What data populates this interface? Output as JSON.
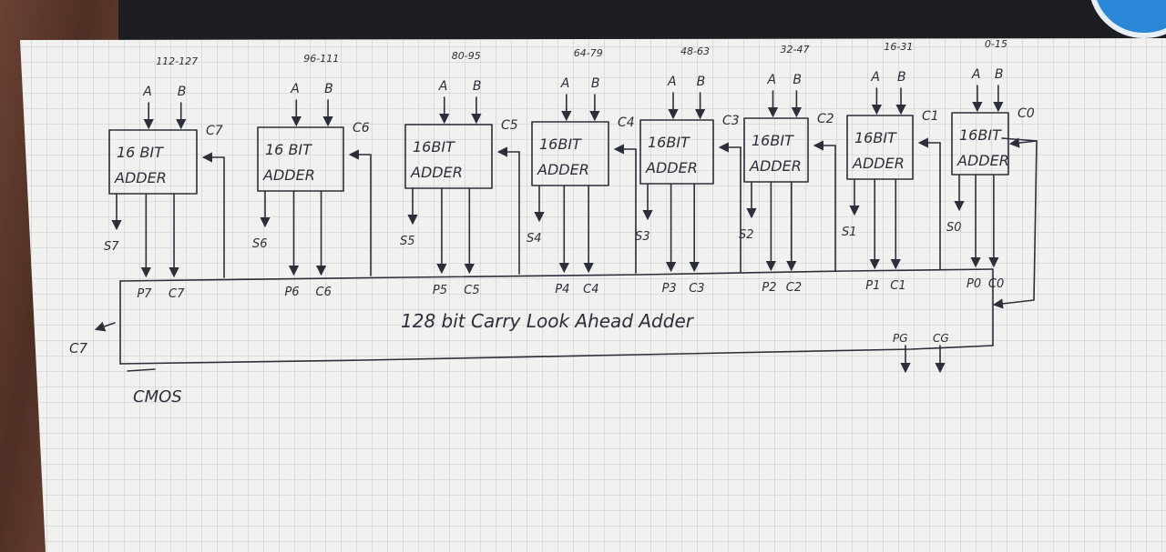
{
  "diagram": {
    "title": "128 bit Carry Look Ahead Adder",
    "blocks": [
      {
        "range": "112-127",
        "label_line1": "16 BIT",
        "label_line2": "ADDER",
        "in_a": "A",
        "in_b": "B",
        "carry_in": "C7",
        "sum": "S7",
        "p": "P7",
        "c": "C7"
      },
      {
        "range": "96-111",
        "label_line1": "16 BIT",
        "label_line2": "ADDER",
        "in_a": "A",
        "in_b": "B",
        "carry_in": "C6",
        "sum": "S6",
        "p": "P6",
        "c": "C6"
      },
      {
        "range": "80-95",
        "label_line1": "16BIT",
        "label_line2": "ADDER",
        "in_a": "A",
        "in_b": "B",
        "carry_in": "C5",
        "sum": "S5",
        "p": "P5",
        "c": "C5"
      },
      {
        "range": "64-79",
        "label_line1": "16BIT",
        "label_line2": "ADDER",
        "in_a": "A",
        "in_b": "B",
        "carry_in": "C4",
        "sum": "S4",
        "p": "P4",
        "c": "C4"
      },
      {
        "range": "48-63",
        "label_line1": "16BIT",
        "label_line2": "ADDER",
        "in_a": "A",
        "in_b": "B",
        "carry_in": "C3",
        "sum": "S3",
        "p": "P3",
        "c": "C3"
      },
      {
        "range": "32-47",
        "label_line1": "16BIT",
        "label_line2": "ADDER",
        "in_a": "A",
        "in_b": "B",
        "carry_in": "C2",
        "sum": "S2",
        "p": "P2",
        "c": "C2"
      },
      {
        "range": "16-31",
        "label_line1": "16BIT",
        "label_line2": "ADDER",
        "in_a": "A",
        "in_b": "B",
        "carry_in": "C1",
        "sum": "S1",
        "p": "P1",
        "c": "C1"
      },
      {
        "range": "0-15",
        "label_line1": "16BIT",
        "label_line2": "ADDER",
        "in_a": "A",
        "in_b": "B",
        "carry_in": "C0",
        "sum": "S0",
        "p": "P0",
        "c": "C0"
      }
    ],
    "group_p": "PG",
    "group_c": "CG",
    "carry_out": "C7",
    "scribble": "CMOS"
  }
}
